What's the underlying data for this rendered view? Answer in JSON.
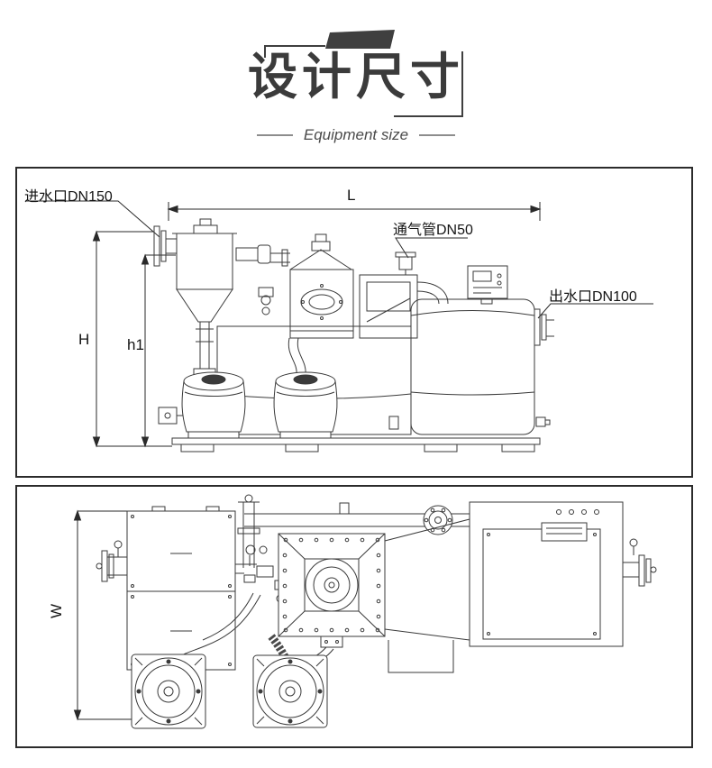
{
  "title": {
    "heading": "设计尺寸",
    "subtitle": "Equipment size"
  },
  "colors": {
    "ink": "#3a3a3a",
    "panel_border": "#2b2b2b",
    "title_tab": "#3f3f3f"
  },
  "side_view": {
    "name": "equipment-side-view",
    "labels": {
      "inlet": "进水口DN150",
      "length": "L",
      "vent": "通气管DN50",
      "outlet": "出水口DN100",
      "height": "H",
      "height_inner": "h1"
    }
  },
  "top_view": {
    "name": "equipment-top-view",
    "labels": {
      "width": "W"
    }
  }
}
